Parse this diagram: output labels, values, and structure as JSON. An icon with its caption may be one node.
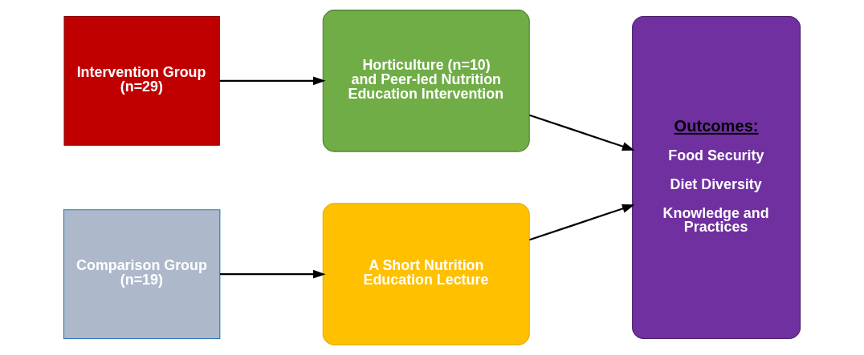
{
  "diagram": {
    "nodes": [
      {
        "text": [
          "Intervention Group (n=29)"
        ]
      },
      {
        "text": [
          "Horticulture (n=10) and Peer-led Nutrition Education Intervention"
        ]
      },
      {
        "text": [
          "Comparison Group (n=19)"
        ]
      },
      {
        "text": [
          "A Short Nutrition Education Lecture"
        ]
      },
      {
        "text": [
          "Outcomes:",
          "Food Security",
          "Diet Diversity",
          "Knowledge and Practices"
        ]
      }
    ],
    "edges": [
      {
        "from": 0,
        "to": 1,
        "arrow": "to"
      },
      {
        "from": 1,
        "to": 4,
        "arrow": "to"
      },
      {
        "from": 2,
        "to": 3,
        "arrow": "to"
      },
      {
        "from": 3,
        "to": 4,
        "arrow": "to"
      }
    ]
  }
}
